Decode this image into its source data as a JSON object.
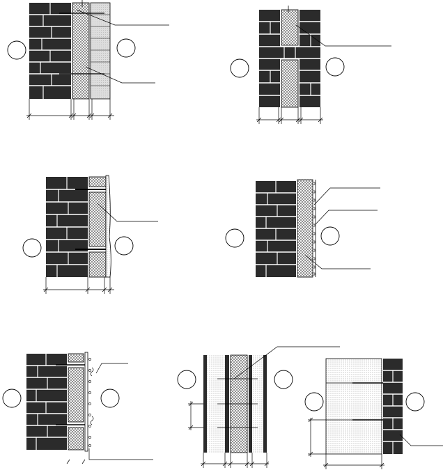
{
  "colors": {
    "brick": "#2b2b2b",
    "mortar": "#ffffff",
    "insulation_crosshatch": "#555555",
    "light_masonry": "#cfcfcf",
    "line": "#000000"
  },
  "figures": [
    {
      "id": "a",
      "kind": "brick-insulation-light-masonry",
      "callouts": 2,
      "circle_markers": 2
    },
    {
      "id": "b",
      "kind": "brick-insulation-brick",
      "callouts": 1,
      "circle_markers": 2
    },
    {
      "id": "c",
      "kind": "brick-insulation-render",
      "callouts": 1,
      "circle_markers": 2
    },
    {
      "id": "d",
      "kind": "brick-insulation-dowel-render",
      "callouts": 3,
      "circle_markers": 2
    },
    {
      "id": "e",
      "kind": "brick-insulation-cladding",
      "callouts": 2,
      "circle_markers": 2
    },
    {
      "id": "f",
      "kind": "sandwich-panel",
      "callouts": 1,
      "circle_markers": 2
    },
    {
      "id": "g",
      "kind": "block-insulation-brick",
      "callouts": 1,
      "circle_markers": 2
    }
  ]
}
